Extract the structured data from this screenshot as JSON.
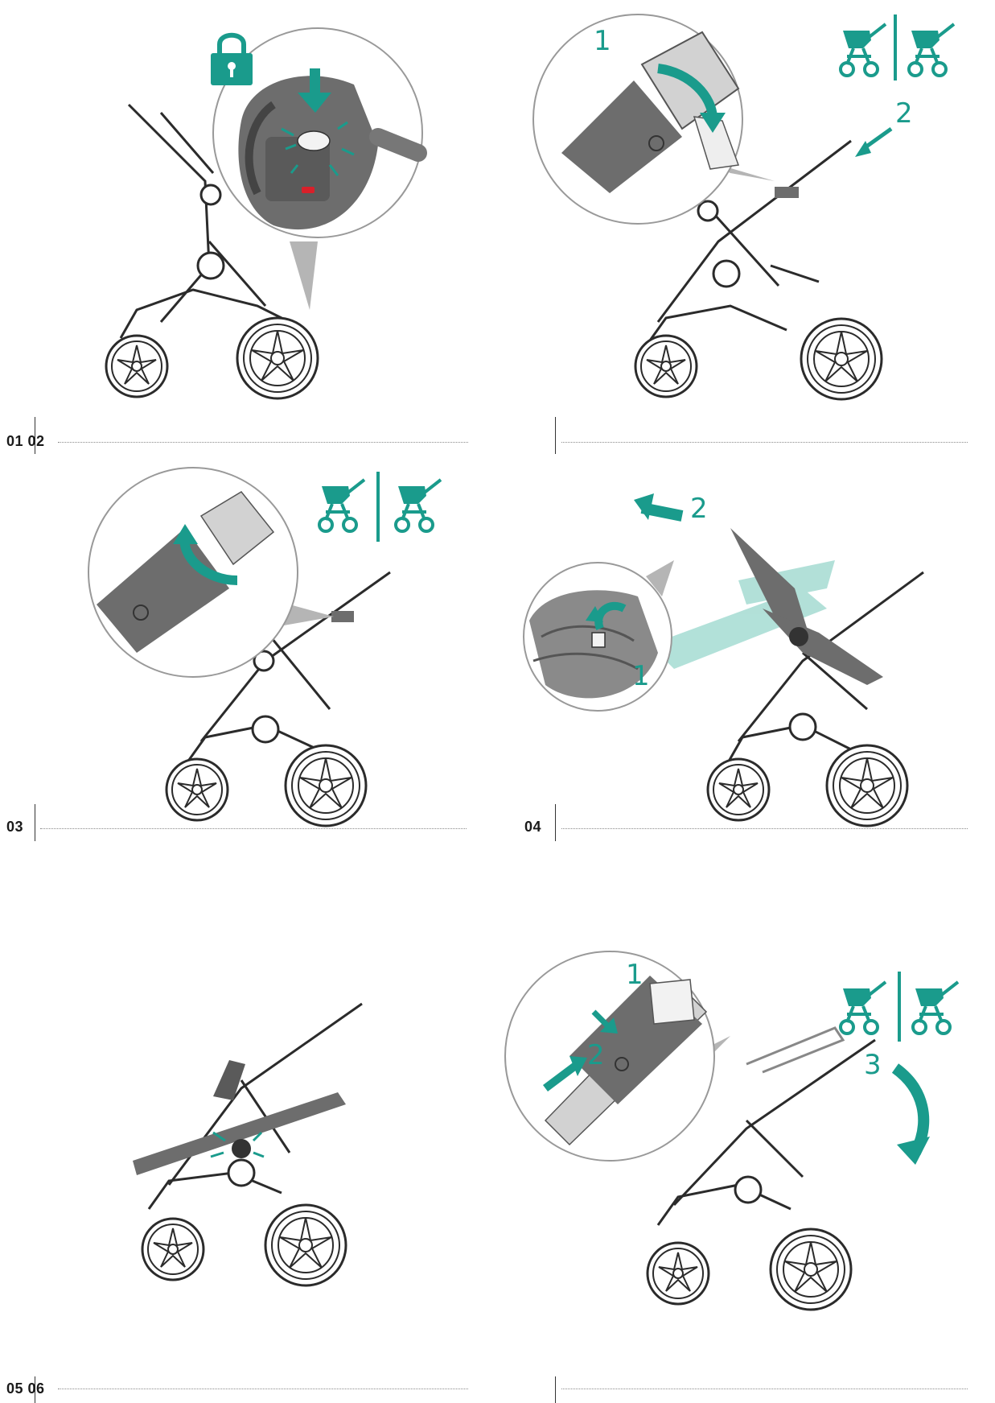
{
  "colors": {
    "accent": "#1a9b8c",
    "frame": "#ffffff",
    "line": "#2b2b2b",
    "fabric": "#6d6d6d",
    "indicator": "#d9202a"
  },
  "icons": [
    "lock-icon",
    "stroller-mode-icon",
    "arrow-icon",
    "wheel-icon"
  ],
  "panels": [
    {
      "label": "01 02",
      "numbers": []
    },
    {
      "label": "",
      "numbers": [
        "1",
        "2"
      ]
    },
    {
      "label": "03",
      "numbers": []
    },
    {
      "label": "04",
      "numbers": [
        "2",
        "1"
      ]
    },
    {
      "label": "05 06",
      "numbers": []
    },
    {
      "label": "",
      "numbers": [
        "1",
        "2",
        "3"
      ]
    }
  ]
}
